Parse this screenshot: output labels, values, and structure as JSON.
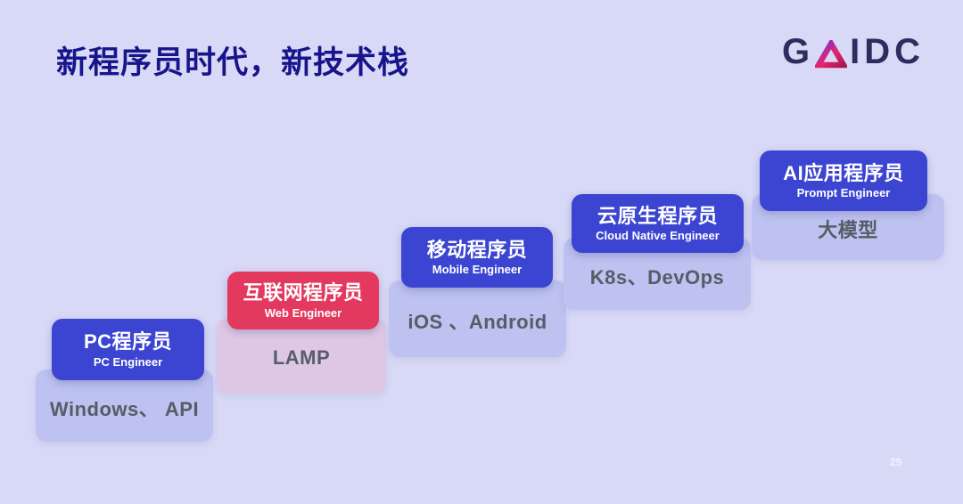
{
  "title": "新程序员时代，新技术栈",
  "page_number": "29",
  "logo": {
    "left": "G",
    "triangle_icon": "gradient-triangle-A",
    "right": "IDC"
  },
  "colors": {
    "background": "#d8d9f6",
    "title_navy": "#17148c",
    "pill_blue": "#3c45d1",
    "pill_red": "#e4395e",
    "stack_card_lavender": "#bdc2f0",
    "stack_card_pink": "#ddc7e4",
    "stack_text_gray": "#575c66",
    "logo_navy": "#2b2d5e",
    "logo_gradient_start": "#6b34d8",
    "logo_gradient_end": "#e8246d"
  },
  "steps": [
    {
      "role": "PC程序员",
      "role_en": "PC Engineer",
      "stack": "Windows、 API"
    },
    {
      "role": "互联网程序员",
      "role_en": "Web Engineer",
      "stack": "LAMP"
    },
    {
      "role": "移动程序员",
      "role_en": "Mobile Engineer",
      "stack": "iOS 、Android"
    },
    {
      "role": "云原生程序员",
      "role_en": "Cloud Native Engineer",
      "stack": "K8s、DevOps"
    },
    {
      "role": "AI应用程序员",
      "role_en": "Prompt Engineer",
      "stack": "大模型"
    }
  ]
}
